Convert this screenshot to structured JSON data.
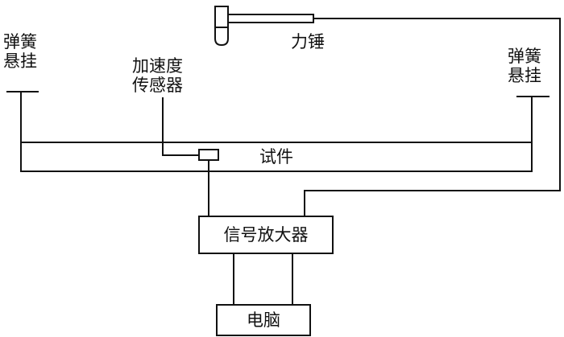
{
  "diagram": {
    "spring_suspension_left": [
      "弹簧",
      "悬挂"
    ],
    "spring_suspension_right": [
      "弹簧",
      "悬挂"
    ],
    "accelerometer_sensor": [
      "加速度",
      "传感器"
    ],
    "force_hammer": "力锤",
    "specimen": "试件",
    "signal_amplifier": "信号放大器",
    "computer": "电脑"
  },
  "colors": {
    "line": "#111111",
    "background": "#ffffff"
  },
  "icons": {
    "hammer": "force-hammer-icon"
  }
}
